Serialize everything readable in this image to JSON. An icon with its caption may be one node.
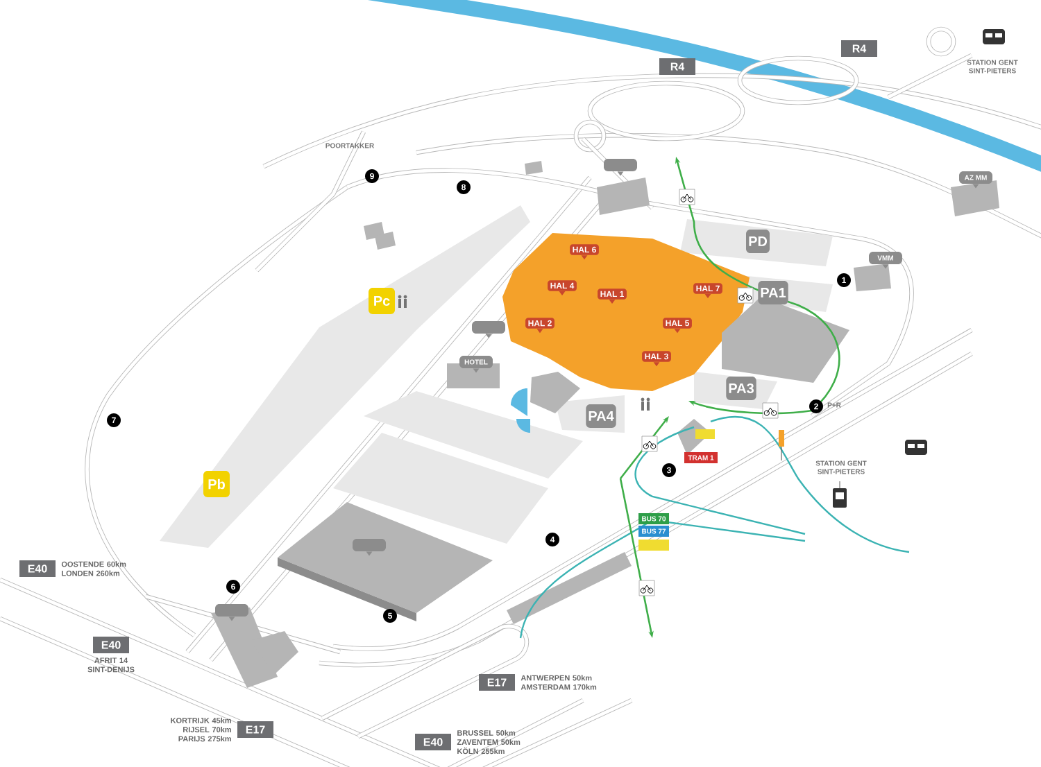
{
  "diagram": {
    "nodes": [
      {
        "text": [
          "R4"
        ]
      },
      {
        "text": [
          "R4"
        ]
      },
      {
        "text": [
          "9"
        ]
      },
      {
        "text": [
          "8"
        ]
      },
      {
        "text": [],
        "shape": "box"
      },
      {
        "text": [
          "AZ MM"
        ]
      },
      {
        "text": [
          "HAL 6"
        ]
      },
      {
        "text": [
          "PD"
        ]
      },
      {
        "text": [
          "VMM"
        ]
      },
      {
        "text": [
          "1"
        ]
      },
      {
        "text": [
          "HAL 4"
        ]
      },
      {
        "text": [
          "HAL 1"
        ]
      },
      {
        "text": [
          "HAL 7"
        ]
      },
      {
        "text": [
          "PA1"
        ]
      },
      {
        "text": [
          "Pc"
        ]
      },
      {
        "text": [],
        "shape": "box"
      },
      {
        "text": [
          "HAL 2"
        ]
      },
      {
        "text": [
          "HAL 5"
        ]
      },
      {
        "text": [
          "HOTEL"
        ]
      },
      {
        "text": [
          "HAL 3"
        ]
      },
      {
        "text": [
          "PA3"
        ]
      },
      {
        "text": [
          "2"
        ]
      },
      {
        "text": [
          "PA4"
        ]
      },
      {
        "text": [
          "7"
        ]
      },
      {
        "text": [],
        "shape": "box"
      },
      {
        "text": [
          "TRAM 1"
        ]
      },
      {
        "text": [
          "3"
        ]
      },
      {
        "text": [
          "Pb"
        ]
      },
      {
        "text": [
          "BUS 70"
        ]
      },
      {
        "text": [
          "BUS 77"
        ]
      },
      {
        "text": [],
        "shape": "box"
      },
      {
        "text": [
          "4"
        ]
      },
      {
        "text": [],
        "shape": "box"
      },
      {
        "text": [
          "E40"
        ],
        "beside": [
          "OOSTENDE 60km LONDEN 260km"
        ]
      },
      {
        "text": [
          "6"
        ]
      },
      {
        "text": [],
        "shape": "box"
      },
      {
        "text": [
          "5"
        ]
      },
      {
        "text": [
          "E40"
        ],
        "beside": [
          "AFRIT 14 SINT-DENIJS"
        ]
      },
      {
        "text": [
          "E17"
        ],
        "beside": [
          "ANTWERPEN 50km AMSTERDAM 170km"
        ]
      },
      {
        "text": [
          "E17"
        ],
        "beside": [
          "KORTRIJK 45km RIJSEL 70km PARIJS 275km"
        ]
      },
      {
        "text": [
          "E40"
        ],
        "beside": [
          "BRUSSEL 50km ZAVENTEM 50km KÖLN 255km"
        ]
      }
    ],
    "labels": [
      "STATION GENT SINT-PIETERS",
      "POORTAKKER",
      "P+R",
      "STATION GENT SINT-PIETERS"
    ]
  }
}
